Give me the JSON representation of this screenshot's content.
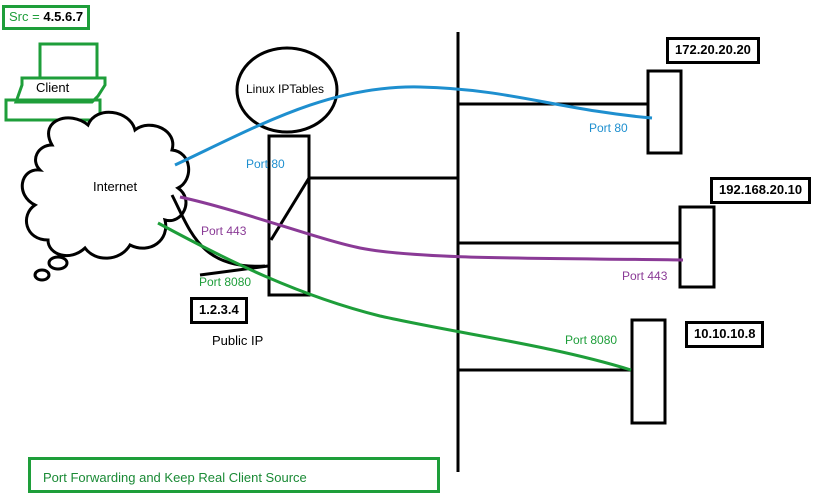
{
  "source": {
    "prefix": "Src =",
    "ip": "4.5.6.7"
  },
  "client": {
    "label": "Client"
  },
  "internet": {
    "label": "Internet"
  },
  "router": {
    "label": "Linux IPTables",
    "public_ip": "1.2.3.4",
    "public_ip_label": "Public IP"
  },
  "servers": [
    {
      "ip": "172.20.20.20",
      "port_label": "Port 80"
    },
    {
      "ip": "192.168.20.10",
      "port_label": "Port 443"
    },
    {
      "ip": "10.10.10.8",
      "port_label": "Port 8080"
    }
  ],
  "flows": [
    {
      "label": "Port 80",
      "color": "#1e8fcf"
    },
    {
      "label": "Port 443",
      "color": "#8a3a96"
    },
    {
      "label": "Port 8080",
      "color": "#1e9e3a"
    }
  ],
  "caption": "Port Forwarding and Keep Real Client Source"
}
